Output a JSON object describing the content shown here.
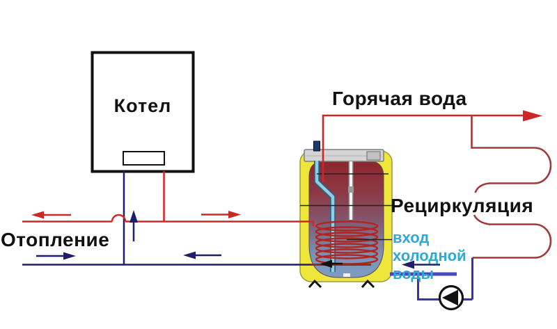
{
  "diagram": {
    "labels": {
      "boiler": "Котел",
      "hot_water": "Горячая вода",
      "recirculation": "Рециркуляция",
      "heating": "Отопление",
      "cold_water_inlet": "вход холодной воды"
    },
    "colors": {
      "background": "#ffffff",
      "hot_pipe_red": "#cf2727",
      "recirculation_maroon": "#a03a3a",
      "return_pipe_navy": "#1e1e6a",
      "pump_loop_blue": "#3434a4",
      "cold_inlet_blue": "#4848bc",
      "tank_shell_yellow": "#eee63a",
      "tank_hot_top": "#8d262c",
      "tank_cold_bottom": "#7d9cc2",
      "coil_red": "#b3241c",
      "dip_tube_blue": "#8ecde6",
      "label_black": "#111111",
      "cold_label_cyan": "#2fa8d2"
    },
    "icons": {
      "pump-icon": "circle with left-pointing solid triangle (circulation pump)",
      "flow-arrow-icon": "solid triangular arrowhead showing flow direction",
      "pipe-bridge-icon": "small arc where supply pipe hops over return pipe"
    }
  }
}
